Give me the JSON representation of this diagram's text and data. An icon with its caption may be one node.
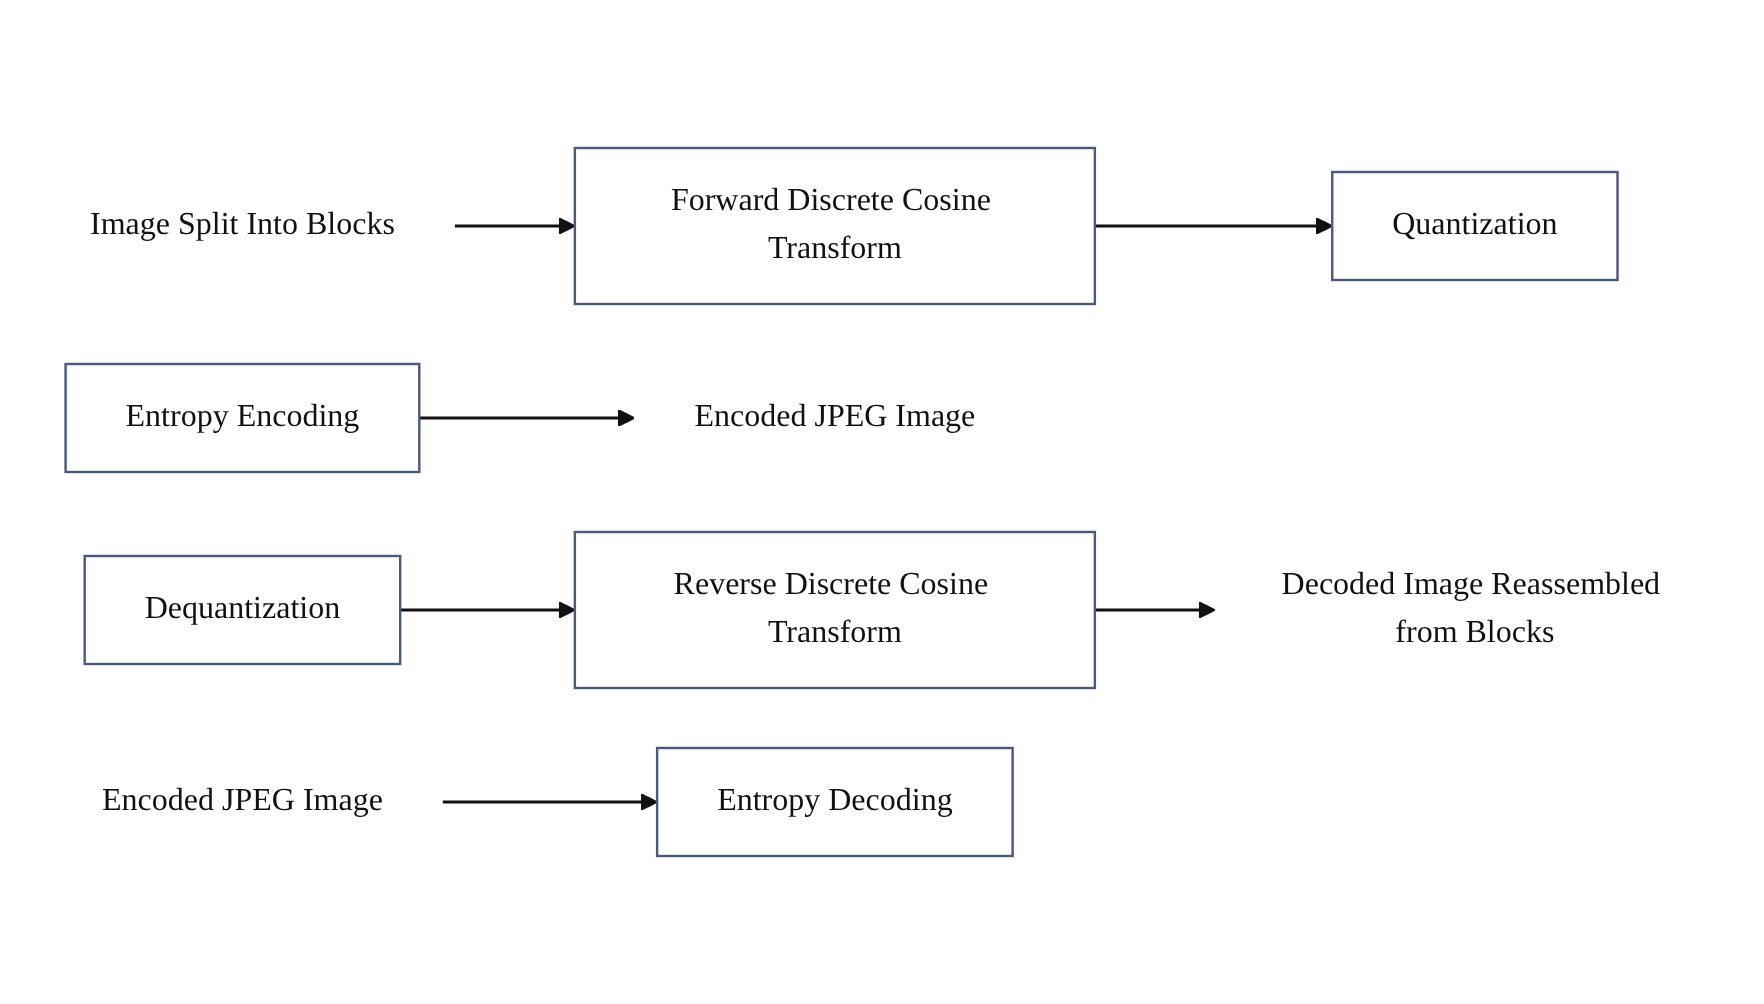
{
  "diagram": {
    "nodes": [
      {
        "text": [
          "Image Split Into Blocks"
        ]
      },
      {
        "text": [
          "Forward Discrete Cosine Transform"
        ]
      },
      {
        "text": [
          "Quantization"
        ]
      },
      {
        "text": [
          "Encoded JPEG Image"
        ]
      },
      {
        "text": [
          "Entropy Encoding"
        ]
      },
      {
        "text": [
          "Decoded Image Reassembled from Blocks"
        ]
      },
      {
        "text": [
          "Reverse Discrete Cosine Transform"
        ]
      },
      {
        "text": [
          "Dequantization"
        ]
      },
      {
        "text": [
          "Encoded JPEG Image"
        ]
      },
      {
        "text": [
          "Entropy Decoding"
        ]
      }
    ],
    "edges": [
      {
        "from": 0,
        "to": 1,
        "arrow": "to"
      },
      {
        "from": 1,
        "to": 2,
        "arrow": "to"
      },
      {
        "from": 4,
        "to": 3,
        "arrow": "to"
      },
      {
        "from": 7,
        "to": 6,
        "arrow": "to"
      },
      {
        "from": 6,
        "to": 5,
        "arrow": "to"
      },
      {
        "from": 8,
        "to": 9,
        "arrow": "to"
      }
    ]
  }
}
